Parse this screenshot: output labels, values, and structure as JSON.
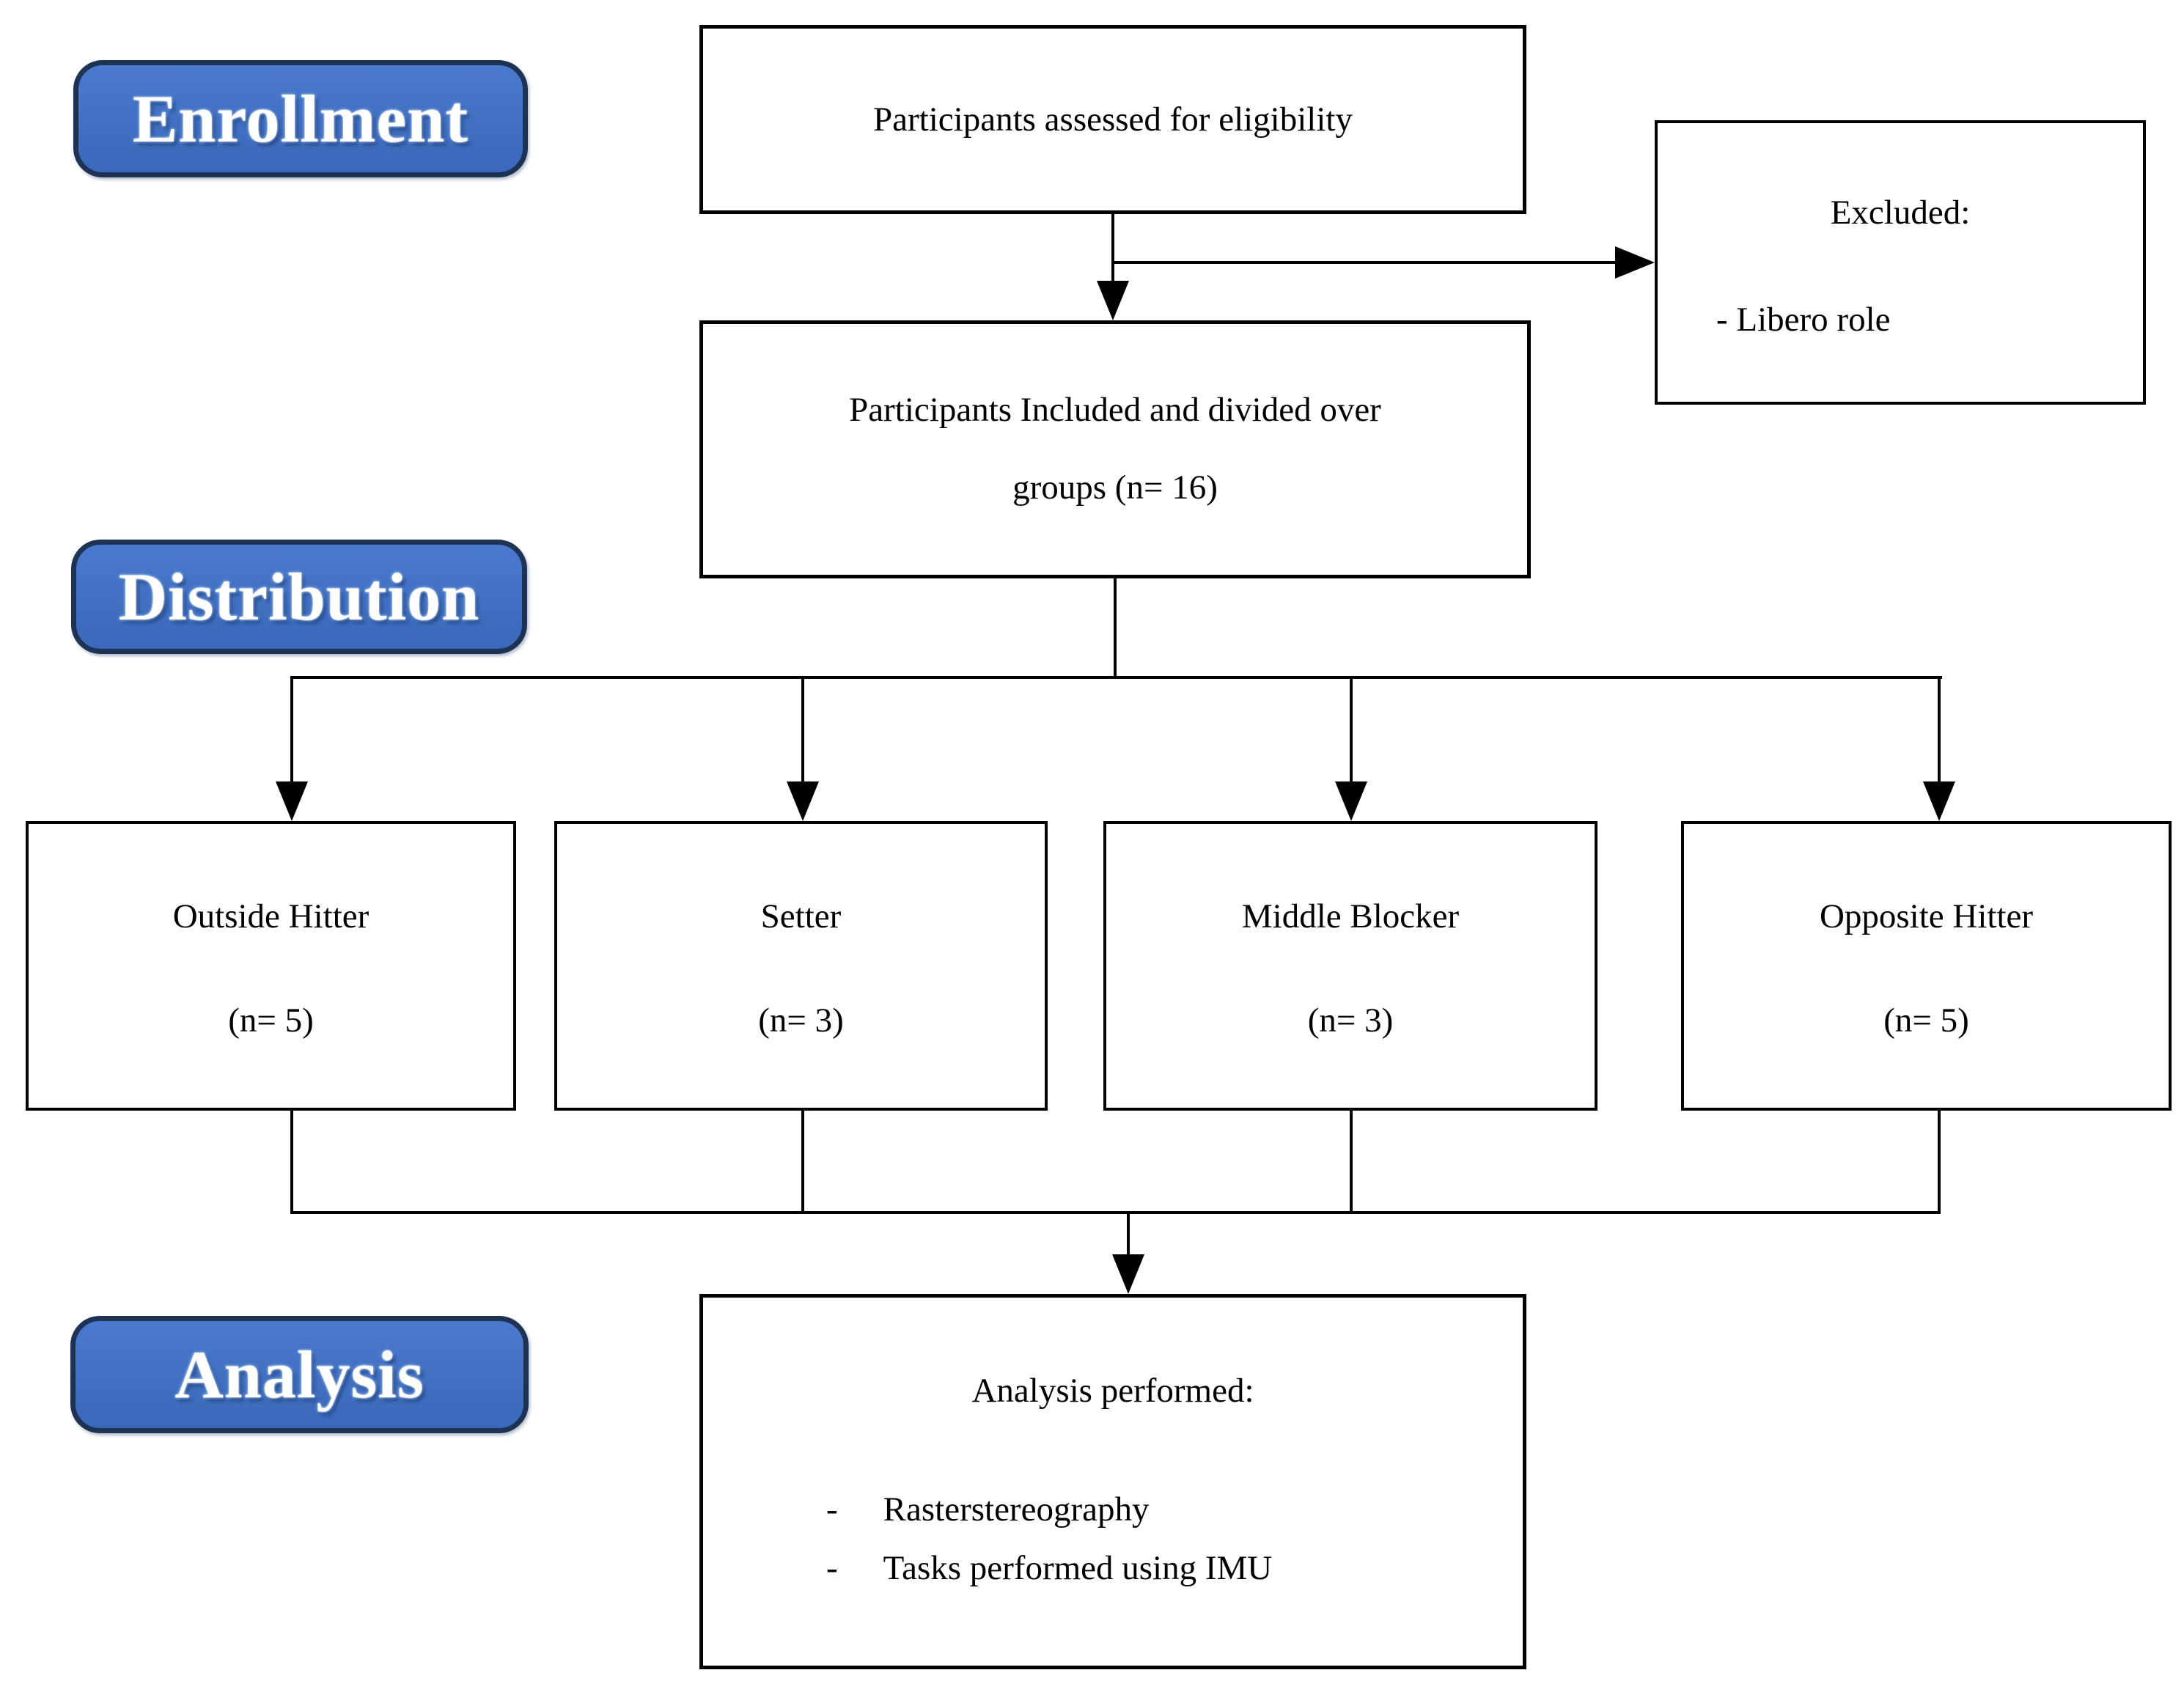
{
  "stages": {
    "enrollment": "Enrollment",
    "distribution": "Distribution",
    "analysis": "Analysis"
  },
  "boxes": {
    "eligibility": {
      "text": "Participants assessed for eligibility"
    },
    "excluded": {
      "title": "Excluded:",
      "item": "- Libero role"
    },
    "included": {
      "lines": [
        "Participants Included and divided over",
        "groups (n= 16)"
      ]
    },
    "groups": [
      {
        "name": "Outside Hitter",
        "count": "(n= 5)"
      },
      {
        "name": "Setter",
        "count": "(n= 3)"
      },
      {
        "name": "Middle Blocker",
        "count": "(n= 3)"
      },
      {
        "name": "Opposite Hitter",
        "count": "(n= 5)"
      }
    ],
    "analysis": {
      "title": "Analysis performed:",
      "bullet": "-",
      "items": [
        "Rasterstereography",
        "Tasks performed using IMU"
      ]
    }
  },
  "colors": {
    "stage_fill": "#4170C2",
    "stage_border": "#1E3254",
    "stage_text": "#FFFFFF",
    "box_border": "#000000",
    "box_fill": "#FFFFFF",
    "connector": "#000000",
    "background": "#FFFFFF"
  }
}
